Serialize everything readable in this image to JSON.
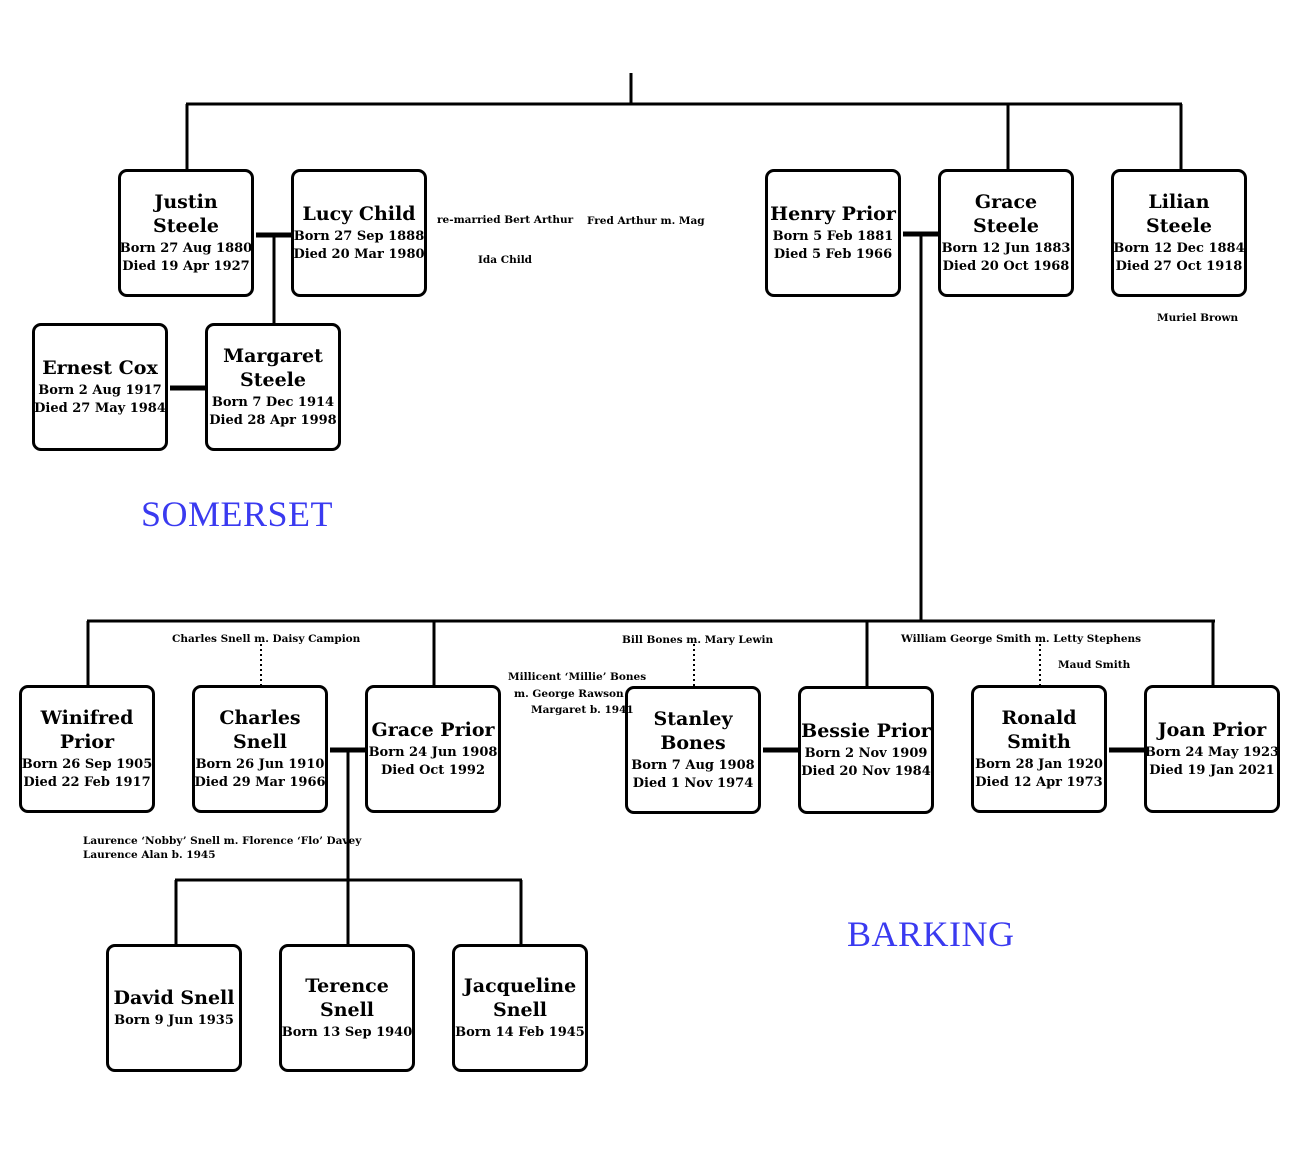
{
  "people": {
    "justin_steele": {
      "name": "Justin Steele",
      "born": "Born 27 Aug 1880",
      "died": "Died 19 Apr 1927"
    },
    "lucy_child": {
      "name": "Lucy Child",
      "born": "Born 27 Sep 1888",
      "died": "Died 20 Mar 1980"
    },
    "henry_prior": {
      "name": "Henry Prior",
      "born": "Born 5 Feb 1881",
      "died": "Died 5 Feb 1966"
    },
    "grace_steele": {
      "name": "Grace Steele",
      "born": "Born 12 Jun 1883",
      "died": "Died 20 Oct 1968"
    },
    "lilian_steele": {
      "name": "Lilian Steele",
      "born": "Born 12 Dec 1884",
      "died": "Died 27 Oct 1918"
    },
    "ernest_cox": {
      "name": "Ernest Cox",
      "born": "Born 2 Aug 1917",
      "died": "Died 27 May 1984"
    },
    "margaret_steele": {
      "name": "Margaret\nSteele",
      "born": "Born 7 Dec 1914",
      "died": "Died 28 Apr 1998"
    },
    "winifred_prior": {
      "name": "Winifred\nPrior",
      "born": "Born 26 Sep 1905",
      "died": "Died 22 Feb 1917"
    },
    "charles_snell": {
      "name": "Charles Snell",
      "born": "Born 26 Jun 1910",
      "died": "Died 29 Mar 1966"
    },
    "grace_prior": {
      "name": "Grace Prior",
      "born": "Born 24 Jun 1908",
      "died": "Died Oct 1992"
    },
    "stanley_bones": {
      "name": "Stanley Bones",
      "born": "Born 7 Aug 1908",
      "died": "Died 1 Nov 1974"
    },
    "bessie_prior": {
      "name": "Bessie Prior",
      "born": "Born 2 Nov 1909",
      "died": "Died 20 Nov 1984"
    },
    "ronald_smith": {
      "name": "Ronald Smith",
      "born": "Born 28 Jan 1920",
      "died": "Died 12 Apr 1973"
    },
    "joan_prior": {
      "name": "Joan Prior",
      "born": "Born 24 May 1923",
      "died": "Died 19 Jan 2021"
    },
    "david_snell": {
      "name": "David Snell",
      "born": "Born 9 Jun 1935"
    },
    "terence_snell": {
      "name": "Terence Snell",
      "born": "Born 13 Sep 1940"
    },
    "jacqueline_snell": {
      "name": "Jacqueline\nSnell",
      "born": "Born 14 Feb 1945"
    }
  },
  "notes": {
    "remarried": "re-married Bert Arthur",
    "fred_arthur": "Fred Arthur m. Mag",
    "ida_child": "Ida Child",
    "muriel_brown": "Muriel Brown",
    "charles_snell_parents": "Charles Snell m. Daisy Campion",
    "bill_bones": "Bill Bones m. Mary Lewin",
    "william_smith": "William George Smith m. Letty Stephens",
    "maud_smith": "Maud Smith",
    "millie_1": "Millicent ‘Millie’ Bones",
    "millie_2": "m. George Rawson",
    "millie_3": "Margaret b. 1941",
    "nobby_1": "Laurence ‘Nobby’ Snell m. Florence ‘Flo’ Davey",
    "nobby_2": "Laurence Alan b. 1945"
  },
  "regions": {
    "somerset": "SOMERSET",
    "barking": "BARKING"
  },
  "colors": {
    "region_text": "#3a3af0",
    "lines": "#000000"
  }
}
